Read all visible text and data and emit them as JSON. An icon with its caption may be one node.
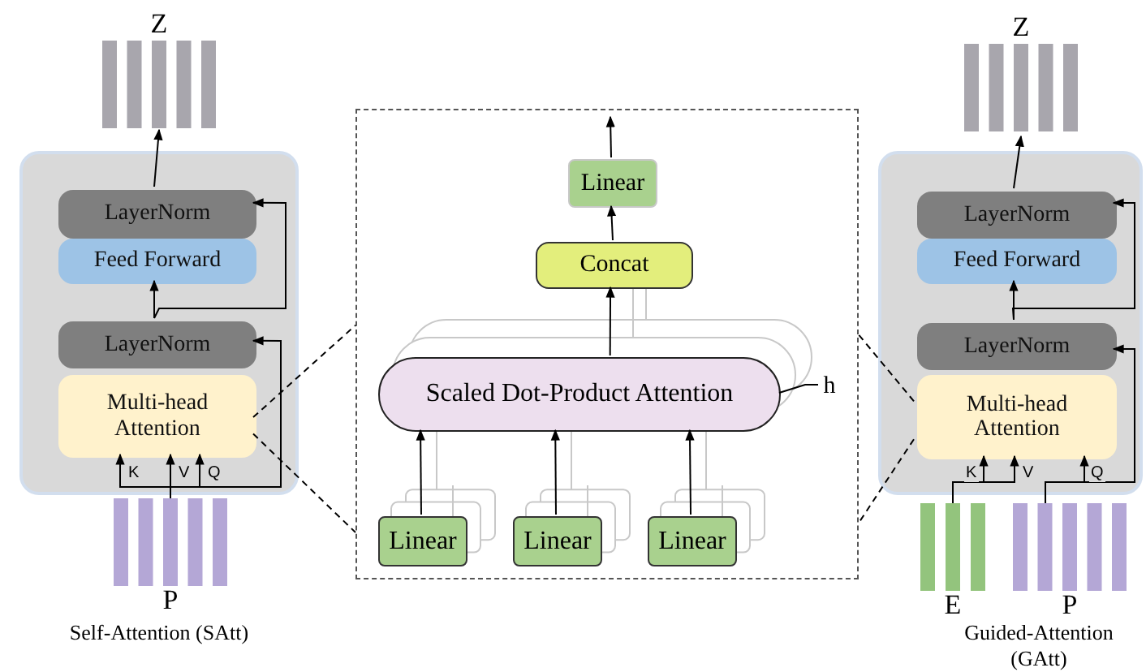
{
  "diagram": {
    "nodes": [
      {
        "text": [],
        "shape": "box"
      },
      {
        "text": [
          "LayerNorm"
        ],
        "in": 0
      },
      {
        "text": [
          "Feed Forward"
        ],
        "in": 0
      },
      {
        "text": [
          "LayerNorm"
        ],
        "in": 0
      },
      {
        "text": [
          "Multi-head Attention"
        ],
        "in": 0
      },
      {
        "text": [
          "Z"
        ]
      },
      {
        "text": [
          "P"
        ]
      },
      {
        "text": [],
        "shape": "box"
      },
      {
        "text": [
          "Linear"
        ],
        "in": 7
      },
      {
        "text": [
          "Concat"
        ],
        "in": 7
      },
      {
        "text": [
          "Scaled Dot-Product Attention"
        ],
        "in": 7
      },
      {
        "text": [
          "h"
        ],
        "in": 7
      },
      {
        "text": [
          "Linear"
        ],
        "in": 7
      },
      {
        "text": [
          "Linear"
        ],
        "in": 7
      },
      {
        "text": [
          "Linear"
        ],
        "in": 7
      },
      {
        "text": [],
        "shape": "box"
      },
      {
        "text": [
          "LayerNorm"
        ],
        "in": 15
      },
      {
        "text": [
          "Feed Forward"
        ],
        "in": 15
      },
      {
        "text": [
          "LayerNorm"
        ],
        "in": 15
      },
      {
        "text": [
          "Multi-head Attention"
        ],
        "in": 15
      },
      {
        "text": [
          "Z"
        ]
      },
      {
        "text": [
          "E"
        ]
      },
      {
        "text": [
          "P"
        ]
      }
    ],
    "edges": [
      {
        "from": 1,
        "to": 5,
        "arrow": "to"
      },
      {
        "from": 3,
        "to": 2,
        "arrow": "to"
      },
      {
        "from": 3,
        "to": 1,
        "arrow": "to"
      },
      {
        "from": 6,
        "to": 4,
        "arrow": "to",
        "label": "K"
      },
      {
        "from": 6,
        "to": 4,
        "arrow": "to",
        "label": "V"
      },
      {
        "from": 6,
        "to": 4,
        "arrow": "to",
        "label": "Q"
      },
      {
        "from": 6,
        "to": 3,
        "arrow": "to"
      },
      {
        "from": 4,
        "to": 7,
        "arrow": "none",
        "style": "dashed"
      },
      {
        "from": 4,
        "to": 7,
        "arrow": "none",
        "style": "dashed"
      },
      {
        "from": 8,
        "to": null,
        "arrow": "to"
      },
      {
        "from": 9,
        "to": 8,
        "arrow": "to"
      },
      {
        "from": 10,
        "to": 9,
        "arrow": "to"
      },
      {
        "from": 12,
        "to": 10,
        "arrow": "to"
      },
      {
        "from": 13,
        "to": 10,
        "arrow": "to"
      },
      {
        "from": 14,
        "to": 10,
        "arrow": "to"
      },
      {
        "from": 11,
        "to": 10,
        "arrow": "none"
      },
      {
        "from": 16,
        "to": 20,
        "arrow": "to"
      },
      {
        "from": 18,
        "to": 17,
        "arrow": "to"
      },
      {
        "from": 18,
        "to": 16,
        "arrow": "to"
      },
      {
        "from": 21,
        "to": 19,
        "arrow": "to",
        "label": "K"
      },
      {
        "from": 21,
        "to": 19,
        "arrow": "to",
        "label": "V"
      },
      {
        "from": 22,
        "to": 19,
        "arrow": "to",
        "label": "Q"
      },
      {
        "from": 22,
        "to": 18,
        "arrow": "to"
      },
      {
        "from": 19,
        "to": 7,
        "arrow": "none",
        "style": "dashed"
      },
      {
        "from": 19,
        "to": 7,
        "arrow": "none",
        "style": "dashed"
      }
    ],
    "labels": [
      "Self-Attention (SAtt)",
      "Guided-Attention (GAtt)"
    ]
  }
}
